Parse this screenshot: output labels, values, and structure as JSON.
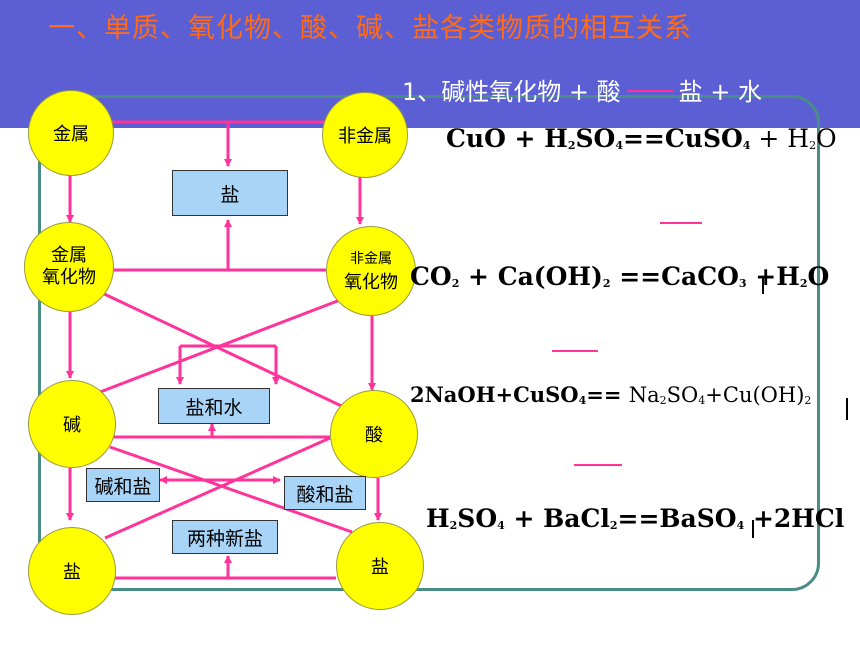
{
  "header": {
    "title": "一、单质、氧化物、酸、碱、盐各类物质的相互关系",
    "subtitle_left": "1、碱性氧化物 + 酸",
    "subtitle_right": "盐 + 水"
  },
  "nodes": {
    "metal": "金属",
    "nonmetal": "非金属",
    "metal_oxide_top": "金属",
    "metal_oxide_bottom": "氧化物",
    "nonmetal_oxide_top": "非金属",
    "nonmetal_oxide_bottom": "氧化物",
    "base": "碱",
    "acid": "酸",
    "salt_left": "盐",
    "salt_right": "盐"
  },
  "boxes": {
    "salt": "盐",
    "salt_and_water": "盐和水",
    "base_and_salt": "碱和盐",
    "acid_and_salt": "酸和盐",
    "two_new_salts": "两种新盐"
  },
  "equations": {
    "eq1": {
      "a": "CuO + H",
      "a_sub": "2",
      "b": "SO",
      "b_sub": "4",
      "c": "==CuSO",
      "c_sub": "4",
      "d": " + H",
      "d_sub": "2",
      "e": "O"
    },
    "eq2": {
      "a": "CO",
      "a_sub": "2",
      "b": " + Ca(OH)",
      "b_sub": "2",
      "c": " ==CaCO",
      "c_sub": "3",
      "d": "  +H",
      "d_sub": "2",
      "e": "O"
    },
    "eq3": {
      "a": "2NaOH+CuSO",
      "a_sub": "4",
      "b": "== ",
      "c": "Na",
      "c_sub": "2",
      "d": "SO",
      "d_sub": "4",
      "e": "+Cu(OH)",
      "e_sub": "2"
    },
    "eq4": {
      "a": "H",
      "a_sub": "2",
      "b": "SO",
      "b_sub": "4",
      "c": " + BaCl",
      "c_sub": "2",
      "d": "==BaSO",
      "d_sub": "4",
      "e": " +2HCl"
    }
  },
  "colors": {
    "header_band": "#5b5fd3",
    "title": "#ff6b18",
    "node_fill": "#ffff00",
    "box_fill": "#a8d4f8",
    "arrow": "#ff3399",
    "frame": "#4a8c86"
  }
}
